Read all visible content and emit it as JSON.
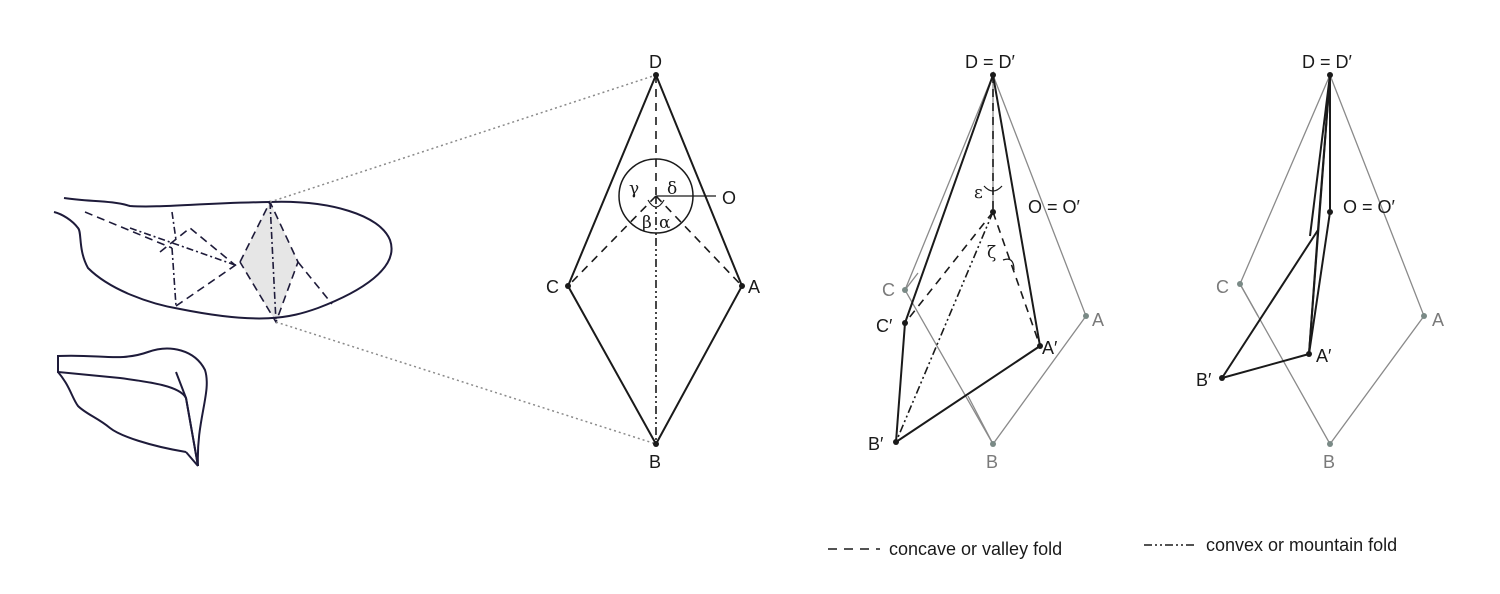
{
  "colors": {
    "ink": "#1a1a1a",
    "wing_outline": "#1e1b3a",
    "grey_outline": "#8a8a8a",
    "shade": "#e6e6e6"
  },
  "panel1": {
    "labels": {
      "D": "D",
      "B": "B",
      "C": "C",
      "A": "A",
      "O": "O"
    },
    "angles": {
      "gamma": "γ",
      "delta": "δ",
      "beta": "β",
      "alpha": "α"
    }
  },
  "panel2": {
    "labels": {
      "D": "D = D′",
      "O": "O = O′",
      "C_grey": "C",
      "A_grey": "A",
      "B_grey": "B",
      "C_prime": "C′",
      "A_prime": "A′",
      "B_prime": "B′"
    },
    "angles": {
      "epsilon": "ε",
      "zeta": "ζ"
    }
  },
  "panel3": {
    "labels": {
      "D": "D = D′",
      "O": "O = O′",
      "C_grey": "C",
      "A_grey": "A",
      "B_grey": "B",
      "A_prime": "A′",
      "B_prime": "B′"
    }
  },
  "legend": {
    "valley": "concave or valley fold",
    "mountain": "convex or mountain fold"
  }
}
